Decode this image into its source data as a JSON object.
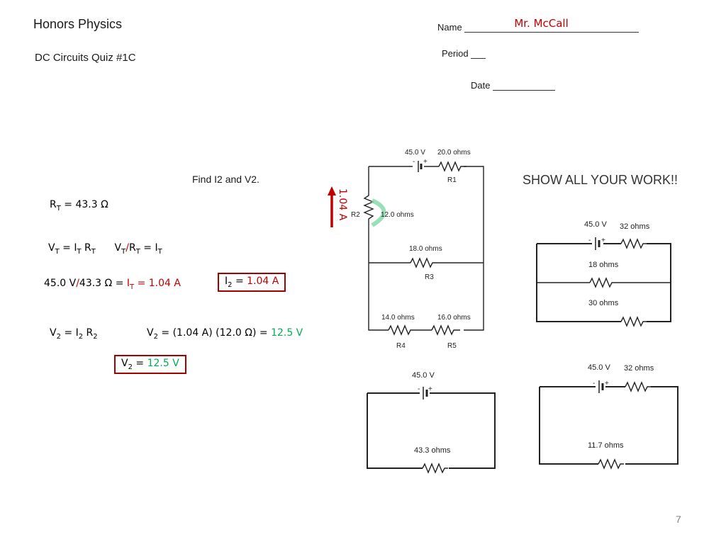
{
  "header": {
    "course": "Honors Physics",
    "quiz": "DC Circuits Quiz #1C",
    "name_label": "Name",
    "name_value": "Mr. McCall",
    "period_label": "Period",
    "date_label": "Date"
  },
  "instructions": {
    "find": "Find  I2 and V2.",
    "show": "SHOW ALL YOUR WORK!!"
  },
  "work": {
    "rt_value": "43.3 Ω",
    "it_result": "1.04 A",
    "i2_result": "1.04 A",
    "v2_calc": "(1.04 A) (12.0 Ω)",
    "v2_result": "12.5 V",
    "current_annotation": "1.04 A"
  },
  "main_circuit": {
    "battery": "45.0 V",
    "r1_value": "20.0 ohms",
    "r1_label": "R1",
    "r2_value": "12.0 ohms",
    "r2_label": "R2",
    "r3_value": "18.0 ohms",
    "r3_label": "R3",
    "r4_value": "14.0 ohms",
    "r4_label": "R4",
    "r5_value": "16.0 ohms",
    "r5_label": "R5"
  },
  "circuit_b": {
    "battery": "45.0 V",
    "r_series": "32 ohms",
    "r_mid": "18 ohms",
    "r_bottom": "30 ohms"
  },
  "circuit_c": {
    "battery": "45.0 V",
    "r": "43.3 ohms"
  },
  "circuit_d": {
    "battery": "45.0 V",
    "r_series": "32 ohms",
    "r": "11.7 ohms"
  },
  "page_number": "7",
  "colors": {
    "red": "#c00000",
    "green": "#00b050",
    "box": "#a40000"
  }
}
